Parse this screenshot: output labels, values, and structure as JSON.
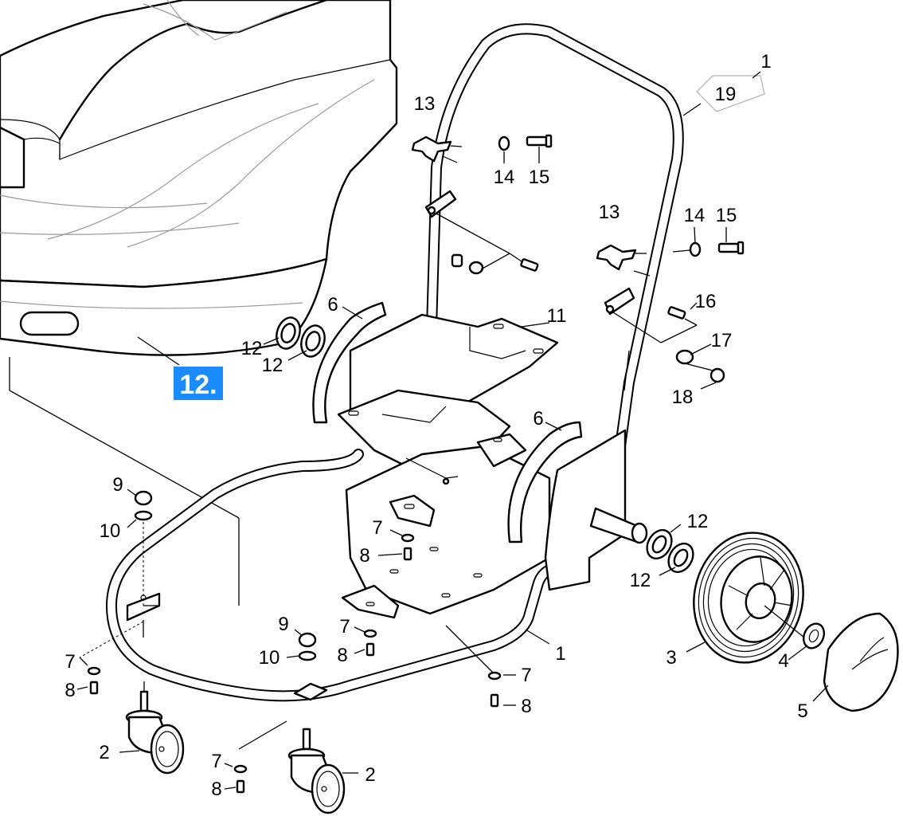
{
  "section_badge": {
    "label": "12.",
    "color": "#1a8cff"
  },
  "callouts": {
    "c1_top": "1",
    "c19": "19",
    "c13_a": "13",
    "c14_a": "14",
    "c15_a": "15",
    "c13_b": "13",
    "c14_b": "14",
    "c15_b": "15",
    "c16": "16",
    "c17": "17",
    "c18": "18",
    "c6_a": "6",
    "c6_b": "6",
    "c11": "11",
    "c12_a": "12",
    "c12_b": "12",
    "c12_c": "12",
    "c12_d": "12",
    "c9_a": "9",
    "c10_a": "10",
    "c9_b": "9",
    "c10_b": "10",
    "c7_a": "7",
    "c8_a": "8",
    "c7_b": "7",
    "c8_b": "8",
    "c7_c": "7",
    "c8_c": "8",
    "c7_d": "7",
    "c8_d": "8",
    "c7_e": "7",
    "c8_e": "8",
    "c1_frame": "1",
    "c2_a": "2",
    "c2_b": "2",
    "c3": "3",
    "c4": "4",
    "c5": "5"
  }
}
